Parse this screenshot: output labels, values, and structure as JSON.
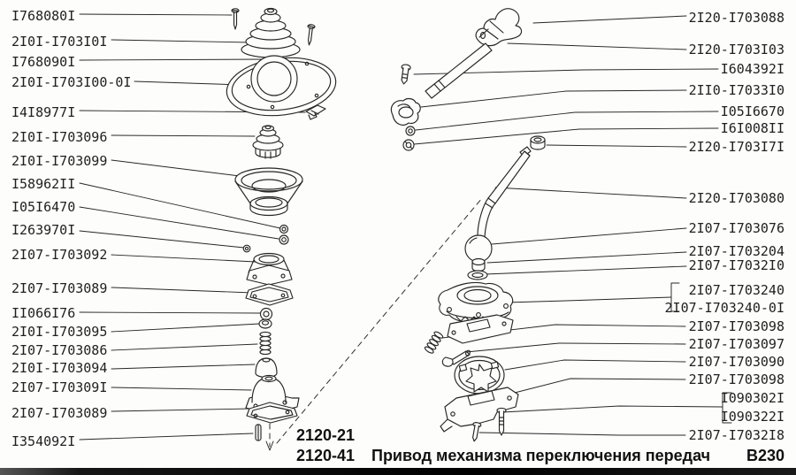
{
  "page_title": "Привод механизма переключения передач",
  "colors": {
    "ink": "#262626",
    "paper": "#fdfdfc",
    "footer_bar": "#161616"
  },
  "diagram": {
    "left_labels": [
      "I768080I",
      "2I0I-I703I0I",
      "I768090I",
      "2I0I-I703I00-0I",
      "I4I8977I",
      "2I0I-I703096",
      "2I0I-I703099",
      "I58962II",
      "I05I6470",
      "I263970I",
      "2I07-I703092",
      "2I07-I703089",
      "II066I76",
      "2I0I-I703095",
      "2I07-I703086",
      "2I0I-I703094",
      "2I07-I70309I",
      "2I07-I703089",
      "I354092I"
    ],
    "right_labels": [
      "2I20-I703088",
      "2I20-I703I03",
      "I604392I",
      "2II0-I7033I0",
      "I05I6670",
      "I6I008II",
      "2I20-I703I7I",
      "2I20-I703080",
      "2I07-I703076",
      "2I07-I703204",
      "2I07-I7032I0",
      "2I07-I703240",
      "2I07-I703240-0I",
      "2I07-I703098",
      "2I07-I703097",
      "2I07-I703090",
      "2I07-I703098",
      "I090302I",
      "I090322I",
      "2I07-I7032I8"
    ]
  },
  "footer": {
    "model_code_1": "2120-21",
    "model_code_2": "2120-41",
    "caption": "Привод механизма переключения передач",
    "figure_code": "В230"
  }
}
